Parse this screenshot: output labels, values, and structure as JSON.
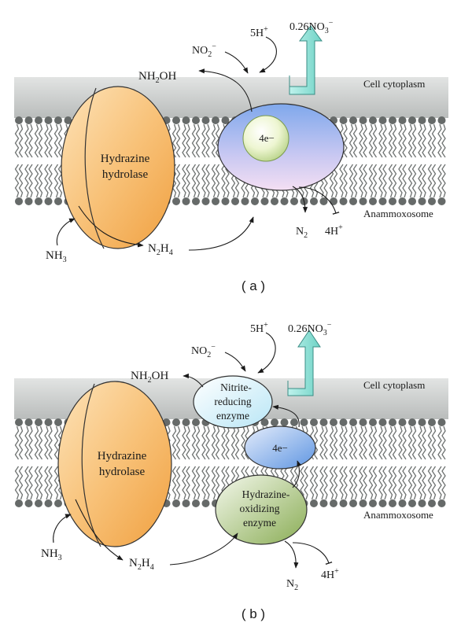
{
  "panel_a": {
    "caption": "( a )",
    "cytoplasm_label": "Cell cytoplasm",
    "anammoxosome_label": "Anammoxosome",
    "hydrolase_line1": "Hydrazine",
    "hydrolase_line2": "hydrolase",
    "electron_label": "4e−",
    "nh2oh": "NH2OH",
    "nh3": "NH3",
    "n2h4": "N2H4",
    "no2": "NO2−",
    "h5": "5H+",
    "no3": "0.26NO3−",
    "n2": "N2",
    "h4": "4H+"
  },
  "panel_b": {
    "caption": "( b )",
    "cytoplasm_label": "Cell cytoplasm",
    "anammoxosome_label": "Anammoxosome",
    "hydrolase_line1": "Hydrazine",
    "hydrolase_line2": "hydrolase",
    "nitrite_line1": "Nitrite-",
    "nitrite_line2": "reducing",
    "nitrite_line3": "enzyme",
    "electron_label": "4e−",
    "oxidizing_line1": "Hydrazine-",
    "oxidizing_line2": "oxidizing",
    "oxidizing_line3": "enzyme",
    "nh2oh": "NH2OH",
    "nh3": "NH3",
    "n2h4": "N2H4",
    "no2": "NO2−",
    "h5": "5H+",
    "no3": "0.26NO3−",
    "n2": "N2",
    "h4": "4H+"
  },
  "colors": {
    "membrane_band": "#c9cccb",
    "lipid_head": "#666a69",
    "hydrolase": "#f5b460",
    "export_arrow": "#8fe0d6",
    "reductase_blue": "#8fb6ee",
    "reductase_pink": "#f2dcf3",
    "oxidizing_green": "#9fbd6e"
  }
}
